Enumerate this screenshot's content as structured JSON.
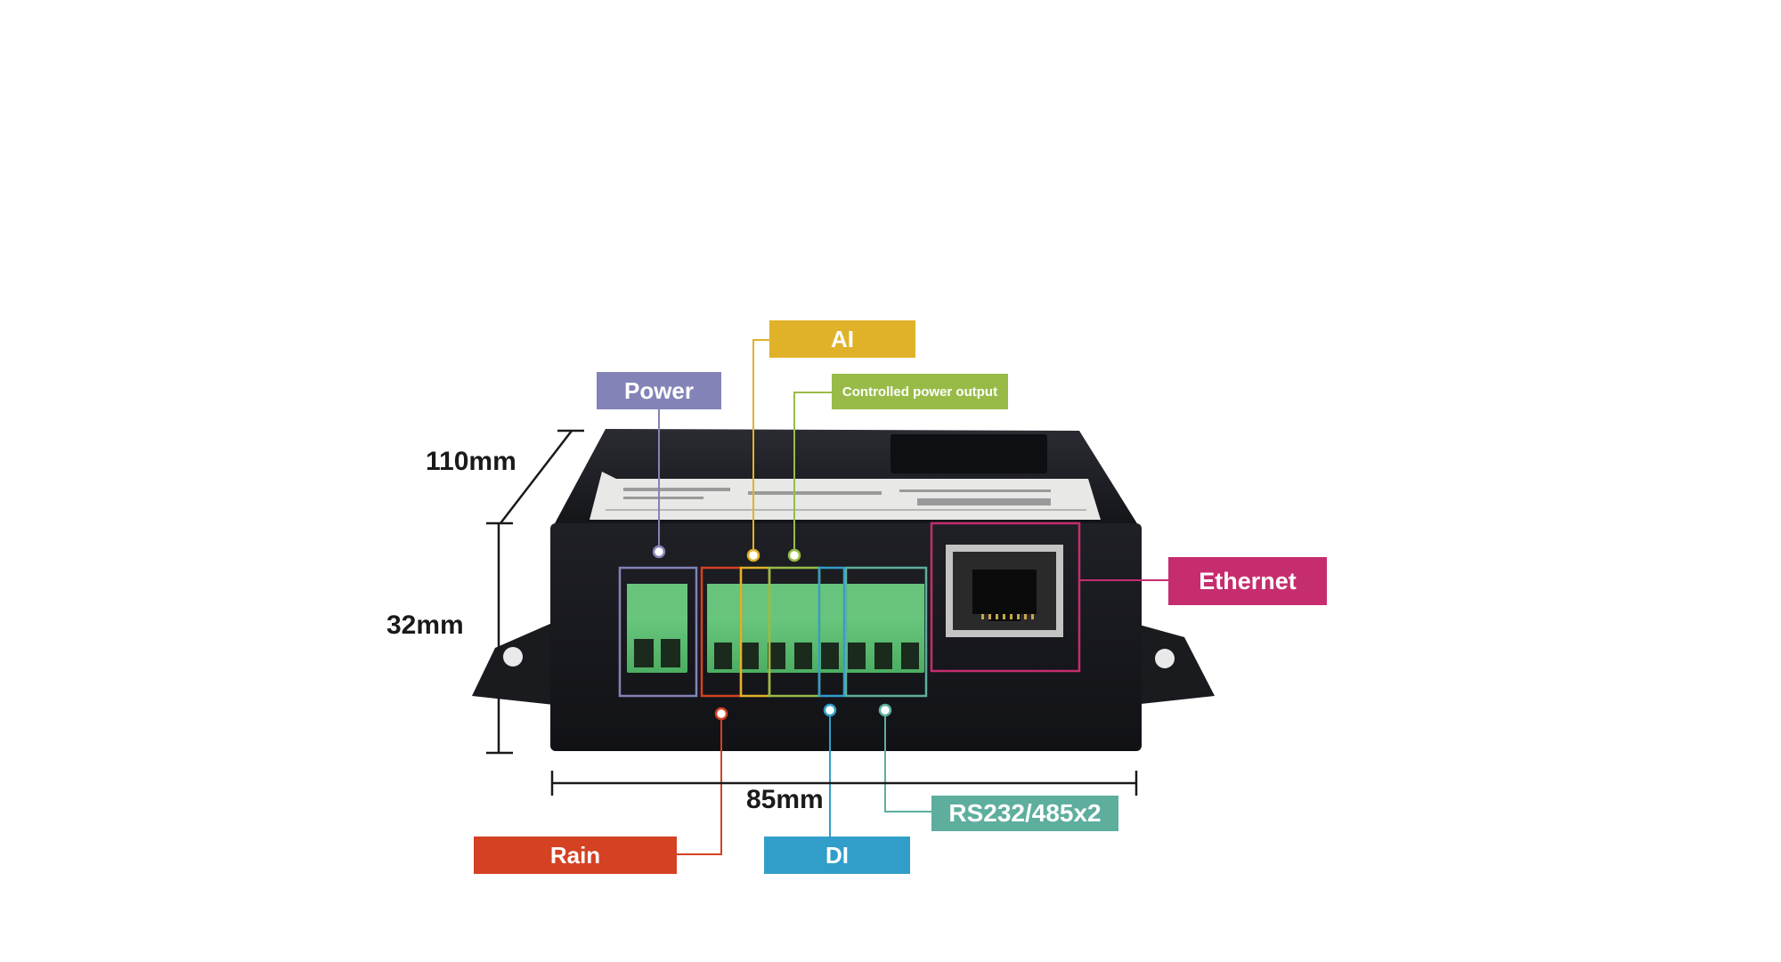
{
  "dimensions": {
    "depth": "110mm",
    "height": "32mm",
    "width": "85mm"
  },
  "callouts": {
    "power": {
      "label": "Power",
      "color": "#8383b8"
    },
    "ai": {
      "label": "AI",
      "color": "#e0b22a"
    },
    "controlled_power_output": {
      "label": "Controlled power output",
      "color": "#98bb48"
    },
    "ethernet": {
      "label": "Ethernet",
      "color": "#c62d6e"
    },
    "rain": {
      "label": "Rain",
      "color": "#d44123"
    },
    "di": {
      "label": "DI",
      "color": "#319ec9"
    },
    "rs232_485": {
      "label": "RS232/485x2",
      "color": "#5eae9e"
    }
  },
  "device": {
    "enclosure_color": "#1b1c21",
    "terminal_color": "#5fc276",
    "power_terminal_pins": 2,
    "io_terminal_pins": 8
  }
}
